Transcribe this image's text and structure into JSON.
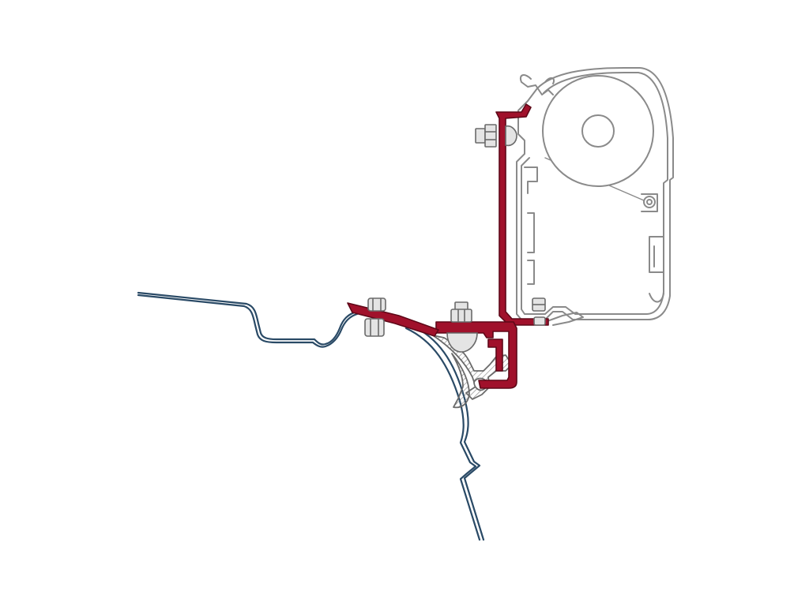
{
  "diagram": {
    "colors": {
      "background": "#ffffff",
      "bracket_fill": "#a0112b",
      "bracket_stroke": "#5e0818",
      "vehicle_profile": "#2a4a66",
      "awning_outline": "#8a8a8a",
      "awning_fill": "#ffffff",
      "hatch": "#7a7a7a",
      "bolt_fill": "#e4e4e4",
      "bolt_stroke": "#6a6a6a"
    },
    "parts": {
      "awning_cassette": "awning-cassette",
      "awning_roller": "awning-roller",
      "adapter_bracket": "adapter-bracket",
      "vehicle_roof_profile": "vehicle-roof-profile",
      "roof_rail": "roof-rail",
      "bolts": [
        "bolt-upper",
        "bolt-lower-right",
        "bolt-middle",
        "bolt-left"
      ]
    }
  }
}
